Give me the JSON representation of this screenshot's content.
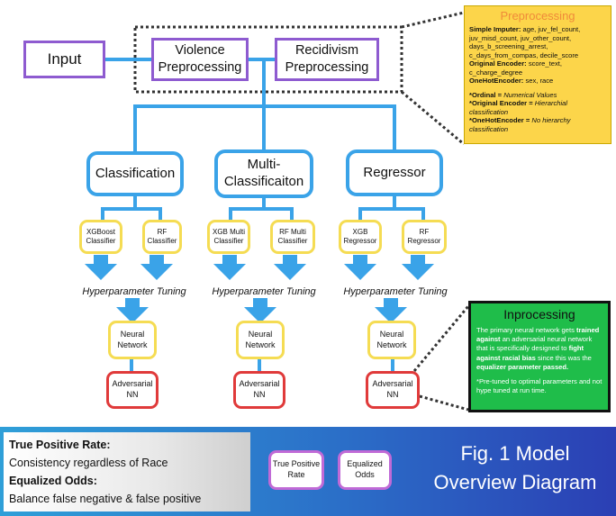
{
  "input": {
    "label": "Input"
  },
  "preproc_boxes": {
    "violence": [
      "Violence",
      "Preprocessing"
    ],
    "recidivism": [
      "Recidivism",
      "Preprocessing"
    ]
  },
  "preprocessing_panel": {
    "title": "Preprocessing",
    "simple_imputer_key": "Simple Imputer:",
    "simple_imputer_val": " age, juv_fel_count, juv_misd_count, juv_other_count, days_b_screening_arrest, c_days_from_compas, decile_score",
    "original_encoder_key": "Original Encoder:",
    "original_encoder_val": " score_text, c_charge_degree",
    "onehot_key": "OneHotEncoder:",
    "onehot_val": " sex, race",
    "note1_key": "*Ordinal = ",
    "note1_val": "Numerical Values",
    "note2_key": "*Original Encoder = ",
    "note2_val": "Hierarchial classification",
    "note3_key": "*OneHotEncoder = ",
    "note3_val": "No hierarchy classification"
  },
  "branches": [
    {
      "title": [
        "Classification"
      ],
      "m1": [
        "XGBoost",
        "Classifier"
      ],
      "m2": [
        "RF",
        "Classifier"
      ]
    },
    {
      "title": [
        "Multi-",
        "Classificaiton"
      ],
      "m1": [
        "XGB Multi",
        "Classifier"
      ],
      "m2": [
        "RF Multi",
        "Classifier"
      ]
    },
    {
      "title": [
        "Regressor"
      ],
      "m1": [
        "XGB",
        "Regressor"
      ],
      "m2": [
        "RF",
        "Regressor"
      ]
    }
  ],
  "hyperparameter_label": "Hyperparameter Tuning",
  "neural_network": [
    "Neural",
    "Network"
  ],
  "adversarial_nn": [
    "Adversarial",
    "NN"
  ],
  "inprocessing_panel": {
    "title": "Inprocessing",
    "p1_a": "The primary neural network gets ",
    "p1_b": "trained against",
    "p1_c": " an adversarial neural network that is specifically designed to ",
    "p1_d": "fight against racial bias",
    "p1_e": " since this was the ",
    "p1_f": "equalizer parameter passed.",
    "p2": "*Pre-tuned to optimal parameters and not hype tuned at run time."
  },
  "footer": {
    "tpr_title": "True Positive Rate:",
    "tpr_desc": "Consistency regardless of Race",
    "eo_title": "Equalized Odds:",
    "eo_desc": "Balance false negative & false positive",
    "pill1": [
      "True Positive",
      "Rate"
    ],
    "pill2": [
      "Equalized",
      "Odds"
    ],
    "fig_title": [
      "Fig. 1 Model",
      "Overview Diagram"
    ]
  },
  "colors": {
    "blue": "#3aa3e8",
    "purple": "#8e5bd0",
    "yellow": "#f5dc53",
    "red": "#e03a3a",
    "green": "#1fbd4a",
    "orange": "#f08a3a",
    "pill": "#c06ad6"
  }
}
